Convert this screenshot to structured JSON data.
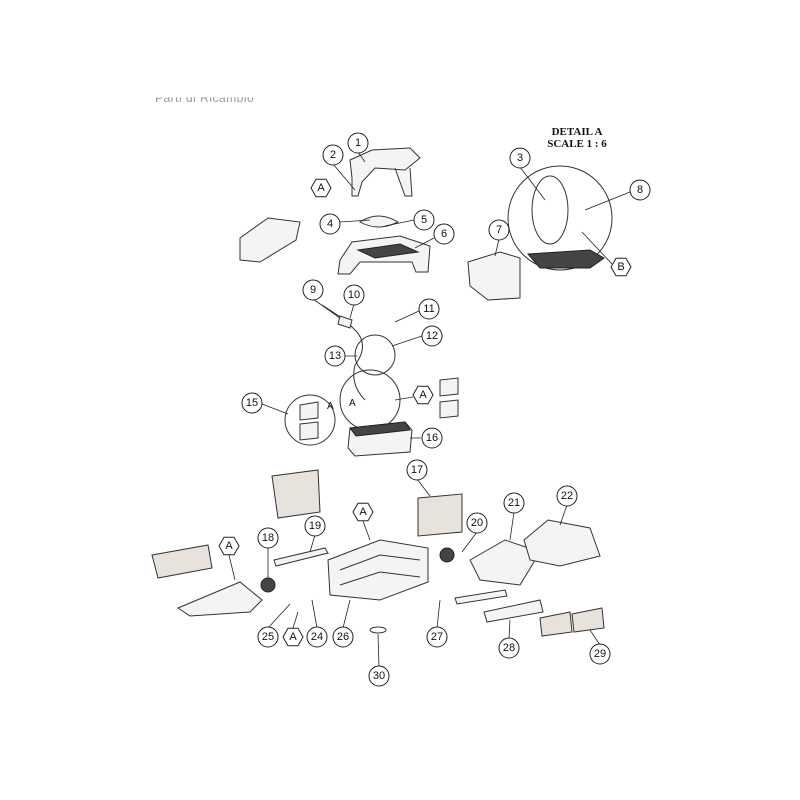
{
  "header": {
    "title": "Parti di Ricambio"
  },
  "detail": {
    "title": "DETAIL A",
    "scale": "SCALE 1 : 6"
  },
  "callouts": [
    "1",
    "2",
    "3",
    "4",
    "5",
    "6",
    "7",
    "8",
    "9",
    "10",
    "11",
    "12",
    "13",
    "15",
    "16",
    "17",
    "18",
    "19",
    "20",
    "21",
    "22",
    "24",
    "25",
    "26",
    "27",
    "28",
    "29",
    "30"
  ],
  "refs": {
    "a": "A",
    "b": "B"
  }
}
